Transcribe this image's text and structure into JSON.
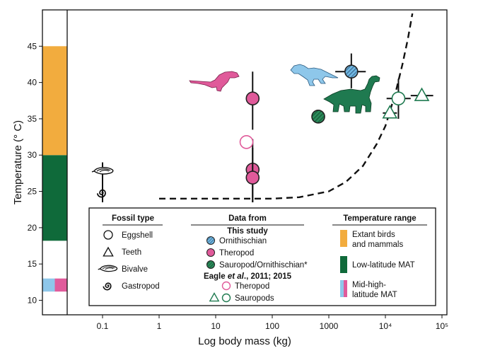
{
  "chart_data": {
    "type": "scatter",
    "x_scale": "log",
    "xlabel": "Log body mass (kg)",
    "ylabel": "Temperature (° C)",
    "xlim": [
      0.01,
      100000
    ],
    "ylim": [
      8,
      50
    ],
    "x_ticks": [
      {
        "value": 0.1,
        "label": "0.1"
      },
      {
        "value": 1,
        "label": "1"
      },
      {
        "value": 10,
        "label": "10"
      },
      {
        "value": 100,
        "label": "100"
      },
      {
        "value": 1000,
        "label": "1000"
      },
      {
        "value": 10000,
        "label": "10⁴"
      },
      {
        "value": 100000,
        "label": "10⁵"
      }
    ],
    "y_ticks": [
      10,
      15,
      20,
      25,
      30,
      35,
      40,
      45
    ],
    "temperature_ranges": [
      {
        "name": "Mid-high-latitude MAT",
        "y": [
          11.2,
          13.0
        ],
        "colors": [
          "#8ec7ea",
          "#e05b9b"
        ]
      },
      {
        "name": "Low-latitude MAT",
        "y": [
          18.2,
          30.0
        ],
        "color": "#0f6a3a"
      },
      {
        "name": "Extant birds and mammals",
        "y": [
          30.0,
          45.0
        ],
        "color": "#f2ac3e"
      }
    ],
    "series": [
      {
        "name": "Ornithischian",
        "marker": "circle",
        "fill": "#6fb6e0",
        "hatch": true,
        "edge": "#222222",
        "points": [
          {
            "x": 2500,
            "y": 41.5,
            "xerr": [
              1300,
              4500
            ],
            "yerr": [
              39.2,
              44.0
            ]
          }
        ]
      },
      {
        "name": "Theropod",
        "marker": "circle",
        "fill": "#e05a9a",
        "edge": "#222222",
        "points": [
          {
            "x": 45,
            "y": 37.8,
            "yerr": [
              33.5,
              41.5
            ]
          },
          {
            "x": 45,
            "y": 28.0,
            "yerr": [
              23.5,
              32.2
            ]
          },
          {
            "x": 45,
            "y": 26.9,
            "yerr": [
              23.5,
              31.0
            ]
          }
        ]
      },
      {
        "name": "Sauropod/Ornithischian*",
        "marker": "circle",
        "fill": "#1f7a50",
        "hatch": true,
        "edge": "#222222",
        "points": [
          {
            "x": 650,
            "y": 35.3
          }
        ]
      },
      {
        "name": "Eagle Theropod",
        "marker": "circle",
        "fill": "#ffffff",
        "edge": "#e05a9a",
        "points": [
          {
            "x": 35,
            "y": 31.8
          }
        ]
      },
      {
        "name": "Eagle Sauropods",
        "marker": "mixed",
        "fill": "#ffffff",
        "edge": "#1f7a50",
        "points": [
          {
            "x": 17000,
            "y": 37.8,
            "shape": "circle",
            "xerr": [
              10500,
              28000
            ],
            "yerr": [
              35.0,
              40.5
            ]
          },
          {
            "x": 44000,
            "y": 38.2,
            "shape": "triangle",
            "xerr": [
              28000,
              70000
            ]
          },
          {
            "x": 12000,
            "y": 35.8,
            "shape": "triangle",
            "xerr": [
              9000,
              16000
            ]
          }
        ]
      },
      {
        "name": "Bivalve",
        "marker": "bivalve",
        "points": [
          {
            "x": 0.1,
            "y": 27.4,
            "yerr": [
              26.0,
              29.0
            ]
          }
        ]
      },
      {
        "name": "Gastropod",
        "marker": "gastropod",
        "points": [
          {
            "x": 0.1,
            "y": 25.0,
            "yerr": [
              23.5,
              26.5
            ]
          }
        ]
      }
    ],
    "curve": {
      "style": "dashed",
      "points": [
        [
          1,
          24.0
        ],
        [
          10,
          24.0
        ],
        [
          100,
          24.0
        ],
        [
          300,
          24.2
        ],
        [
          1000,
          25.0
        ],
        [
          2000,
          26.3
        ],
        [
          4000,
          28.5
        ],
        [
          7000,
          31.5
        ],
        [
          10000,
          34.0
        ],
        [
          15000,
          38.5
        ],
        [
          20000,
          42.5
        ],
        [
          25000,
          46.0
        ],
        [
          30000,
          49.5
        ]
      ]
    },
    "legend": {
      "position": "bottom-right",
      "fossil_type": {
        "heading": "Fossil type",
        "items": [
          {
            "shape": "circle",
            "label": "Eggshell"
          },
          {
            "shape": "triangle",
            "label": "Teeth"
          },
          {
            "shape": "bivalve",
            "label": "Bivalve"
          },
          {
            "shape": "gastropod",
            "label": "Gastropod"
          }
        ]
      },
      "data_from": {
        "heading": "Data from",
        "this_study": "This study",
        "this_study_items": [
          "Ornithischian",
          "Theropod",
          "Sauropod/Ornithischian*"
        ],
        "eagle_prefix": "Eagle ",
        "eagle_italic": "et al",
        "eagle_suffix": "., 2011; 2015",
        "eagle_items": [
          "Theropod",
          "Sauropods"
        ]
      },
      "temperature_range": {
        "heading": "Temperature range",
        "items": [
          {
            "label_lines": [
              "Extant birds",
              "and mammals"
            ],
            "color": "#f2ac3e"
          },
          {
            "label_lines": [
              "Low-latitude MAT"
            ],
            "color": "#0f6a3a"
          },
          {
            "label_lines": [
              "Mid-high-",
              "latitude MAT"
            ],
            "colors": [
              "#8ec7ea",
              "#e05b9b"
            ]
          }
        ]
      }
    }
  }
}
